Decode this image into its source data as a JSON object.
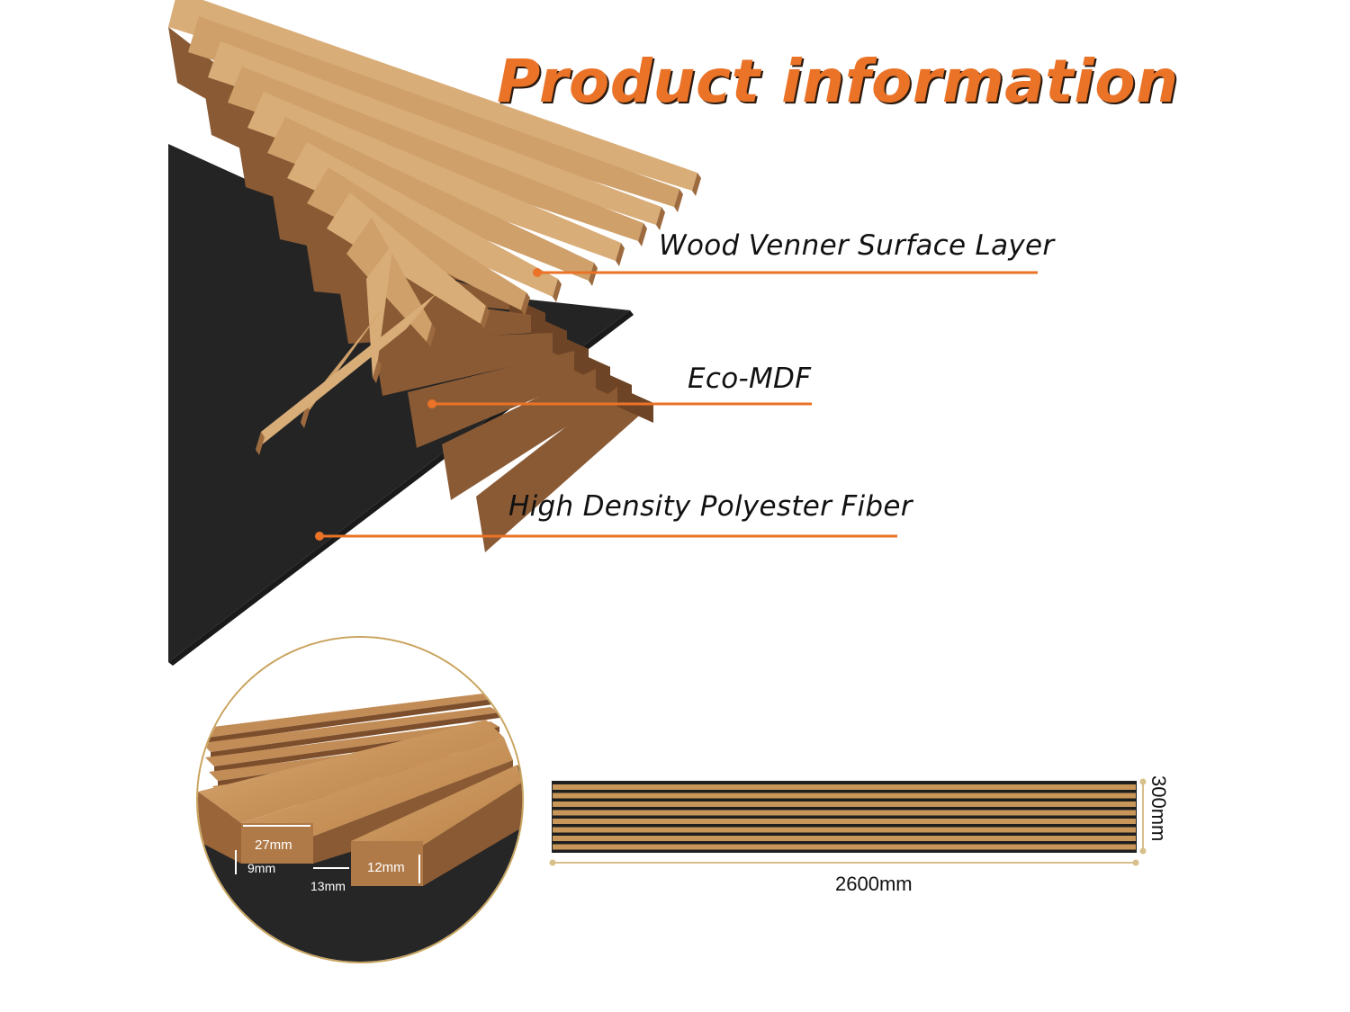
{
  "title": "Product information",
  "layers": {
    "surface": "Wood Venner Surface Layer",
    "core": "Eco-MDF",
    "backing": "High Density Polyester Fiber"
  },
  "detail_dimensions": {
    "slat_width": "27mm",
    "slat_height": "12mm",
    "felt_thickness": "9mm",
    "gap": "13mm"
  },
  "panel_dimensions": {
    "length": "2600mm",
    "width": "300mm"
  },
  "colors": {
    "accent": "#ea7327",
    "wood": "#c9955d",
    "wood_dark": "#8a5a34",
    "felt": "#2a2a2a",
    "gold": "#d8c08a"
  }
}
